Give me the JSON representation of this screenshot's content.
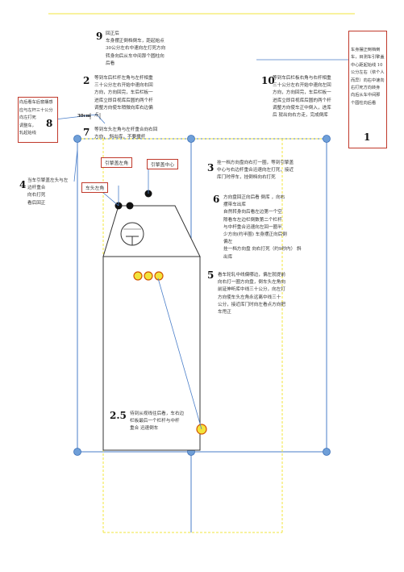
{
  "steps": {
    "s9": {
      "num": "9",
      "text": "回正后\n车身摆正倒档倒车，距起始点\n30公分左右中速向左打死方向\n转身向后从车中间那个圆柱向\n后看"
    },
    "s2": {
      "num": "2",
      "text": "等到车后栏杆左角与左杆相重\n三十公分左右开始中速向右回\n方向，方向回完，车后栏板一\n进库立即目视库后圆的两个杆\n调整方向使车稍微向库右边偏\n点"
    },
    "s10": {
      "num": "10",
      "text": "等到车后栏板右角与右杆相重\n三十公分左右开始中速向左回\n方向，方向回完，车后栏板一\n进库立即目视库后圆的两个杆\n调整方向使车正中倒入，进库\n后 就出向右方走，完成倒库"
    },
    "s8": {
      "num": "8",
      "text": "向后看车后窗摆感\n应与左杆三十公分\n向左打死\n调整车，\n轧起始线"
    },
    "s7": {
      "num": "7",
      "text": "等到车头左角与左杆重合向右回\n方向， 斜出库，不要撞杆"
    },
    "s1": {
      "num": "1",
      "text": "车身摆正倒档倒\n车，目测车引擎盖\n中心距起始线 10\n公分左右（依个人\n而异）向右中速向\n右打死方向转身\n向后从车中间那\n个圆柱向后看"
    },
    "s4": {
      "num": "4",
      "text": "当车引擎盖左头与左\n边杆重合\n向右打死\n看后回正"
    },
    "s3": {
      "num": "3",
      "text": "挂一档方向盘向右打一圈，等到引擎盖\n中心与右边杆重合迅速向左打死，接近\n库门时停车，挂倒档向右打死"
    },
    "s6": {
      "num": "6",
      "text": "方向盘回正向后看 倒库 ，向右\n摆带车出库\n自然转身向后看左边第一个空\n隙看车左边栏倒数第二个栏杆\n与中杆重合迅速向左回一圈半\n少方向(约半圈) 车身摆正向后倒\n偏左\n挂一档方向盘 向右打死（约9秒内） 斜\n出库"
    },
    "s5": {
      "num": "5",
      "text": "看车轮轧中线偏哪边，偏左就提前\n向右打一圈方向盘，倒车头左角向\n前延伸听库中线三十公分，向左打\n方向使车头左角永远离中线三十\n公分，接近库门时向左看点方向把\n车甩正"
    },
    "s25": {
      "num": "2.5",
      "text": "待到从视线往后看，车右边\n栏板最后一个栏杆与中杆\n重合 迅速倒车"
    }
  },
  "labels": {
    "engine_left": "引擎盖左角",
    "engine_center": "引擎盖中心",
    "car_front_left": "车头左角",
    "dist_30cm": "30cm"
  },
  "colors": {
    "dash_line": "#f2e43c",
    "post_fill": "#f2e43c",
    "post_border": "#d35400",
    "circle_fill": "#6f9fd8",
    "blue_line": "#4a7ec9",
    "box_border": "#c0392b"
  }
}
